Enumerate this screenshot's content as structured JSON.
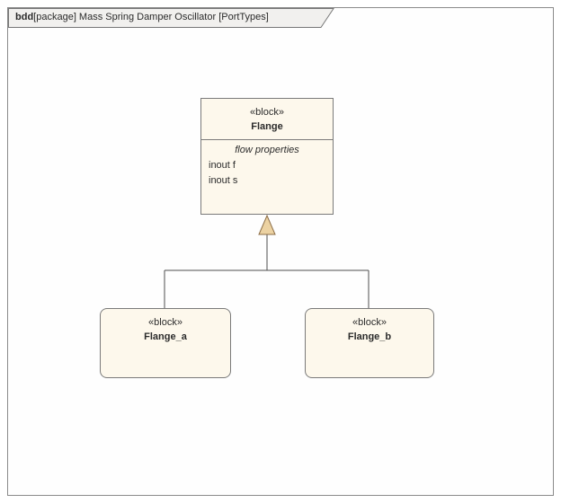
{
  "frame": {
    "keyword": "bdd",
    "title": "[package] Mass Spring Damper Oscillator [PortTypes]"
  },
  "blocks": {
    "flange": {
      "stereotype": "«block»",
      "name": "Flange",
      "compartment_label": "flow properties",
      "properties": [
        "inout f",
        "inout s"
      ]
    },
    "flange_a": {
      "stereotype": "«block»",
      "name": "Flange_a"
    },
    "flange_b": {
      "stereotype": "«block»",
      "name": "Flange_b"
    }
  },
  "colors": {
    "block_fill": "#fdf8ec",
    "block_border": "#7a7a7a",
    "connector_line": "#4d4d4d",
    "arrow_fill": "#ecd2a2",
    "arrow_border": "#8c6d46",
    "tab_fill": "#f1f0ee",
    "frame_border": "#8a8a8a"
  }
}
